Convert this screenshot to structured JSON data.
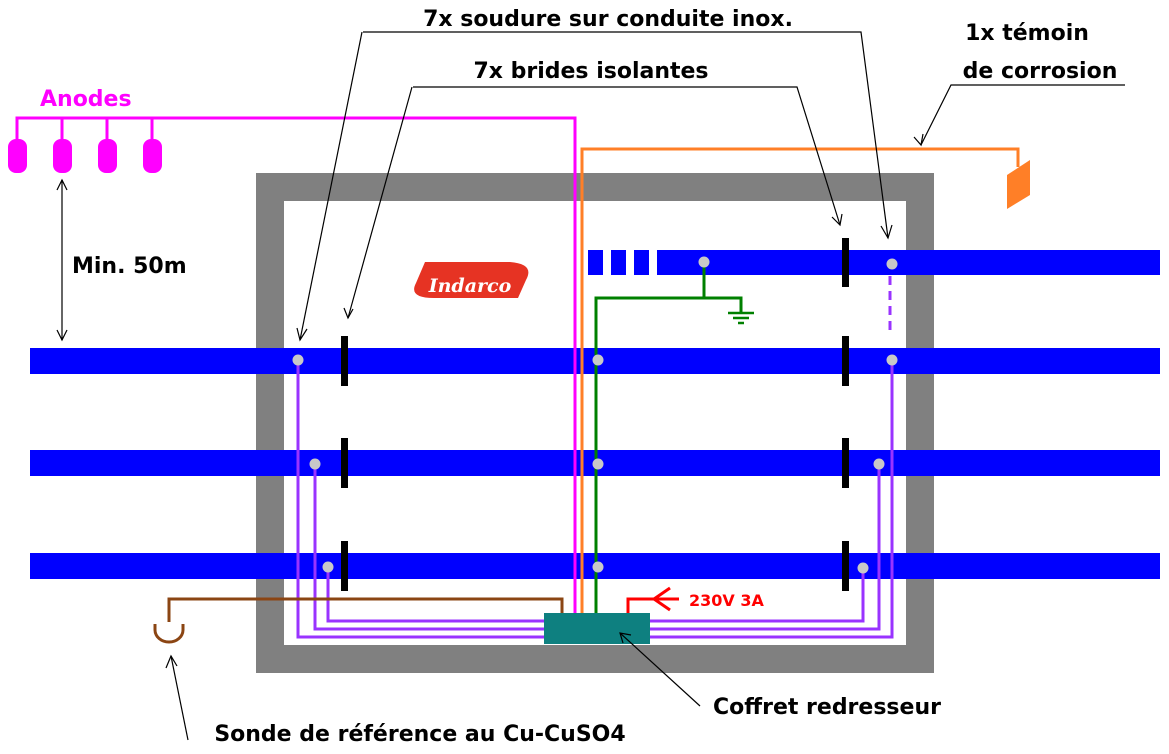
{
  "labels": {
    "welds": "7x soudure sur conduite inox.",
    "flanges": "7x brides isolantes",
    "coupon_line1": "1x témoin",
    "coupon_line2": "de corrosion",
    "anodes": "Anodes",
    "distance": "Min. 50m",
    "power": "230V 3A",
    "rectifier": "Coffret redresseur",
    "reference": "Sonde de référence au Cu-CuSO4"
  },
  "logo": {
    "text": "Indarco"
  },
  "colors": {
    "pipe": "#0000ff",
    "wall": "#808080",
    "anode": "#ff00ff",
    "purple_wire": "#9933ff",
    "ground": "#008000",
    "coupon": "#ff7f27",
    "reference": "#8b4513",
    "rectifier": "#0e8080",
    "power": "#ff0000",
    "flange": "#000000",
    "weld": "#c8c8c8",
    "logo": "#e63323"
  }
}
